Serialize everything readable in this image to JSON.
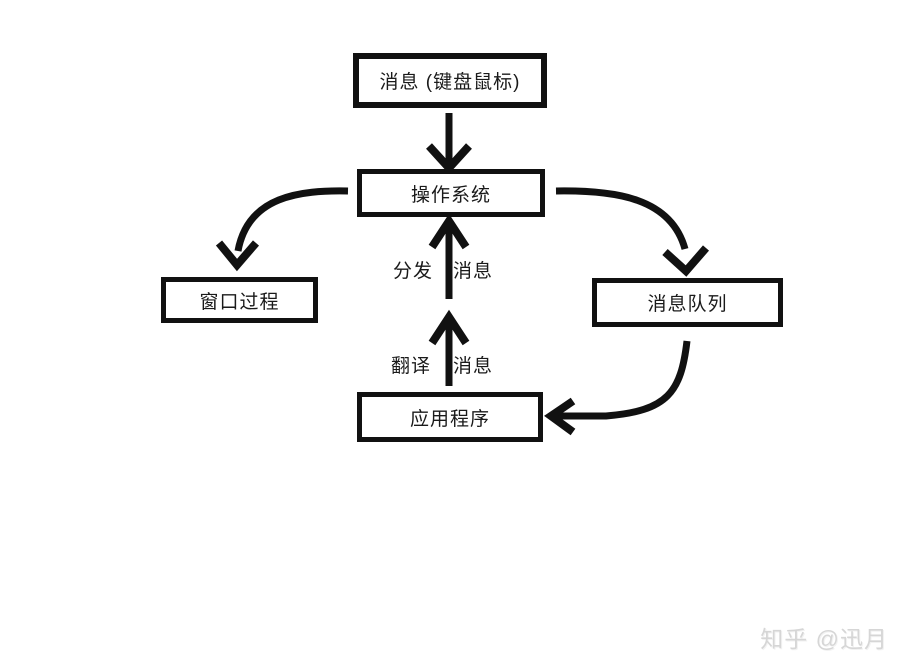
{
  "diagram": {
    "nodes": {
      "input": {
        "label": "消息 (键盘鼠标)"
      },
      "os": {
        "label": "操作系统"
      },
      "window_proc": {
        "label": "窗口过程"
      },
      "msg_queue": {
        "label": "消息队列"
      },
      "app": {
        "label": "应用程序"
      }
    },
    "edge_labels": {
      "dispatch_verb": "分发",
      "dispatch_noun": "消息",
      "translate_verb": "翻译",
      "translate_noun": "消息"
    },
    "colors": {
      "background": "#ffffff",
      "stroke": "#111111",
      "text": "#1a1a1a",
      "watermark": "#d6d6d6"
    },
    "watermark": {
      "text": "知乎 @迅月"
    }
  }
}
